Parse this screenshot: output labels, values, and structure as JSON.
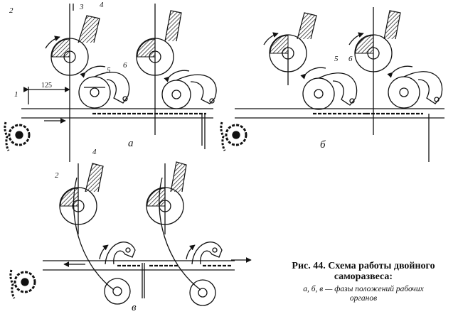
{
  "labels": {
    "n1": "1",
    "n2": "2",
    "n3": "3",
    "n4": "4",
    "n5": "5",
    "n6": "6",
    "dim125": "125",
    "n5b": "5",
    "n6b": "6",
    "n2c": "2",
    "n4c": "4",
    "panel_a": "а",
    "panel_b": "б",
    "panel_v": "в"
  },
  "caption": {
    "title_line1": "Рис. 44. Схема работы двойного",
    "title_line2": "саморазвеса:",
    "subtitle_line1": "а, б, в — фазы положений рабочих",
    "subtitle_line2": "органов"
  }
}
